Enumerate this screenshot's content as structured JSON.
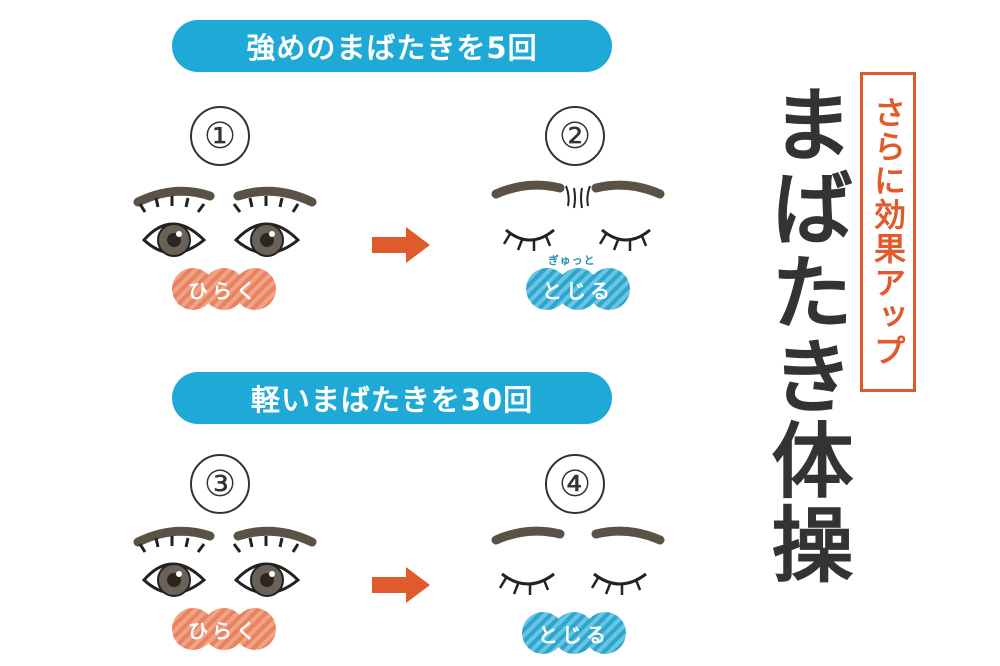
{
  "colors": {
    "accent_blue": "#1fa9d6",
    "accent_orange": "#e15a2b",
    "open_badge": "#e8825f",
    "close_badge": "#2aa7cf",
    "text_dark": "#333333"
  },
  "sections": [
    {
      "heading": "強めのまばたきを5回",
      "steps": [
        {
          "number": "①",
          "state": "open",
          "label": "ひらく"
        },
        {
          "number": "②",
          "state": "closed",
          "label": "とじる",
          "note": "ぎゅっと"
        }
      ]
    },
    {
      "heading": "軽いまばたきを30回",
      "steps": [
        {
          "number": "③",
          "state": "open",
          "label": "ひらく"
        },
        {
          "number": "④",
          "state": "closed",
          "label": "とじる"
        }
      ]
    }
  ],
  "title": "まばたき体操",
  "subtitle": "さらに効果アップ"
}
